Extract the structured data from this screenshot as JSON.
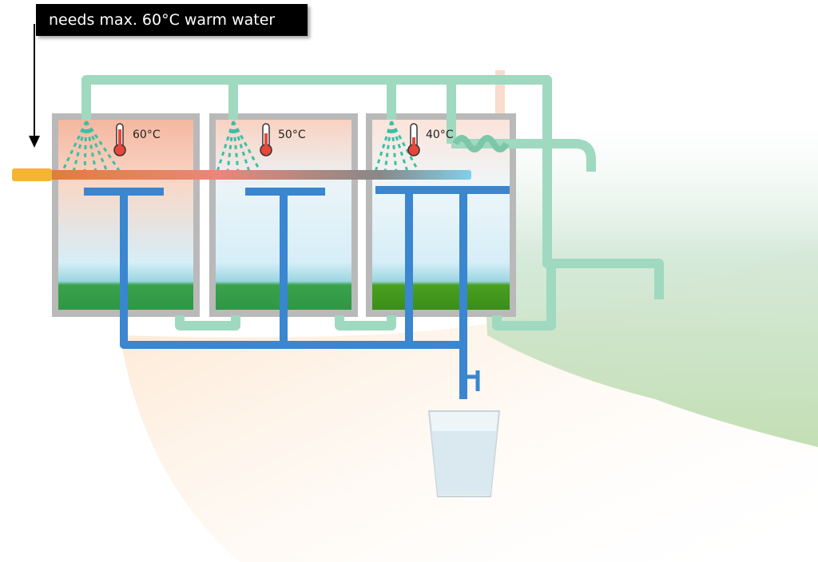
{
  "callout": {
    "text": "needs max. 60°C warm water"
  },
  "tanks": [
    {
      "temperature": "60°C",
      "thermometer_fill": 0.8
    },
    {
      "temperature": "50°C",
      "thermometer_fill": 0.6
    },
    {
      "temperature": "40°C",
      "thermometer_fill": 0.4
    }
  ],
  "colors": {
    "green_pipe": "#9fd9bf",
    "blue_pipe": "#3a86d0",
    "hot_pipe": "#e08a3c",
    "tank_frame": "#b9b9b9",
    "sludge": "#3aa24a"
  }
}
